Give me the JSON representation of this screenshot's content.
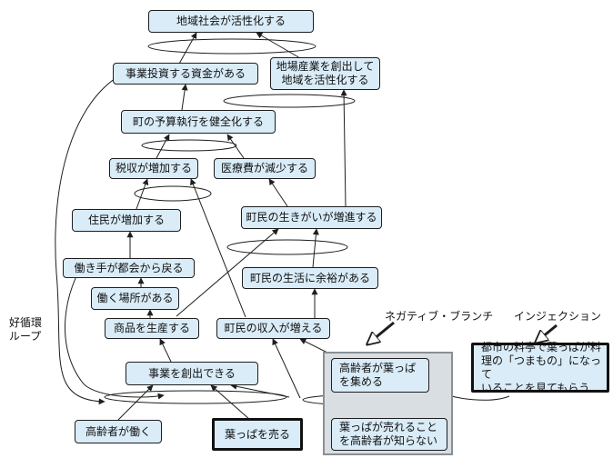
{
  "nodes": {
    "n1": "地域社会が活性化する",
    "n2": "事業投資する資金がある",
    "n3": "地場産業を創出して\n地域を活性化する",
    "n4": "町の予算執行を健全化する",
    "n5": "税収が増加する",
    "n6": "医療費が減少する",
    "n7": "住民が増加する",
    "n8": "町民の生きがいが増進する",
    "n9": "働き手が都会から戻る",
    "n10": "町民の生活に余裕がある",
    "n11": "働く場所がある",
    "n12": "商品を生産する",
    "n13": "町民の収入が増える",
    "n14": "事業を創出できる",
    "n15": "高齢者が葉っぱ\nを集める",
    "n16": "都市の料亭で葉っぱが料\n理の「つまもの」になって\nいることを見てもらう",
    "n17": "高齢者が働く",
    "n18": "葉っぱを売る",
    "n19": "葉っぱが売れること\nを高齢者が知らない"
  },
  "labels": {
    "negative_branch": "ネガティブ・ブランチ",
    "injection": "インジェクション",
    "loop": "好循環\nループ"
  },
  "colors": {
    "node_fill": "#d9ecf8",
    "group_fill": "#d8dee2",
    "line": "#1e1e1e"
  }
}
